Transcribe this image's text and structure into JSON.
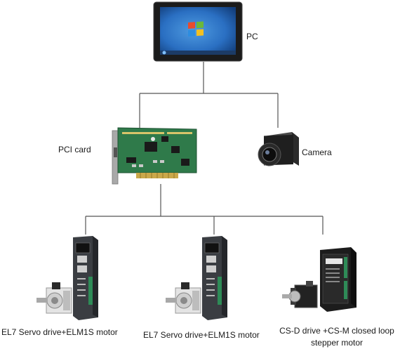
{
  "nodes": {
    "pc": {
      "label": "PC"
    },
    "pci_card": {
      "label": "PCI card"
    },
    "camera": {
      "label": "Camera"
    },
    "drive_1": {
      "label": "EL7 Servo drive+ELM1S motor"
    },
    "drive_2": {
      "label": "EL7 Servo drive+ELM1S motor"
    },
    "drive_3": {
      "label_line1": "CS-D drive +CS-M closed loop",
      "label_line2": "stepper motor"
    }
  },
  "colors": {
    "line": "#555555",
    "panel_bezel": "#1b1b1b",
    "screen_blue": "#2a6fc2",
    "pcb_green": "#2f7a4a",
    "drive_body": "#3a3d42",
    "motor_silver": "#d6d6d6"
  }
}
